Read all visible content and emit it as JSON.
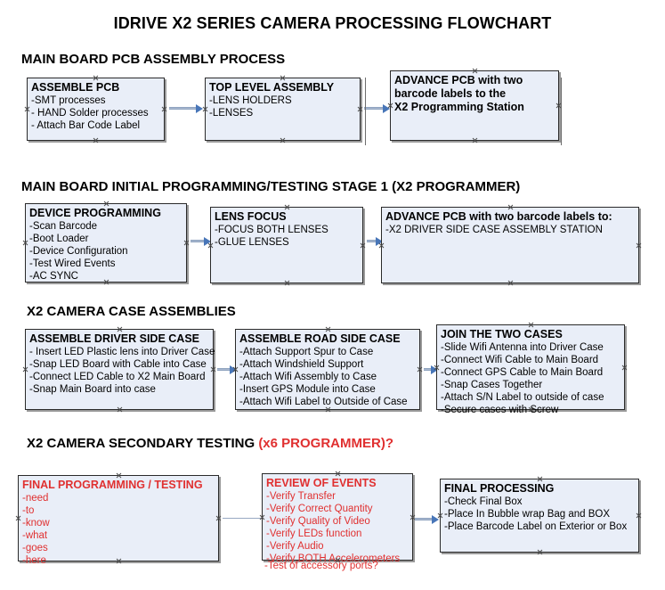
{
  "document": {
    "title": "IDRIVE X2  SERIES CAMERA PROCESSING FLOWCHART"
  },
  "sections": [
    {
      "id": "main-board-pcb-assembly-process",
      "title": "MAIN BOARD PCB ASSEMBLY PROCESS",
      "nodes": [
        {
          "id": "assemble-pcb",
          "title": "ASSEMBLE PCB",
          "lines": [
            "-SMT processes",
            "- HAND Solder processes",
            "- Attach Bar Code Label"
          ]
        },
        {
          "id": "top-level-assembly",
          "title": "TOP LEVEL ASSEMBLY",
          "lines": [
            "-LENS HOLDERS",
            "-LENSES"
          ]
        },
        {
          "id": "advance-pcb-programming-station",
          "title": "ADVANCE PCB with two",
          "lines": [
            "barcode labels to the",
            " X2 Programming Station"
          ]
        }
      ]
    },
    {
      "id": "main-board-initial-programming-testing-stage-1",
      "title": "MAIN BOARD INITIAL PROGRAMMING/TESTING STAGE 1 (X2 PROGRAMMER)",
      "nodes": [
        {
          "id": "device-programming",
          "title": "DEVICE PROGRAMMING",
          "lines": [
            "-Scan Barcode",
            "-Boot Loader",
            "-Device Configuration",
            "-Test Wired Events",
            "-AC SYNC"
          ]
        },
        {
          "id": "lens-focus",
          "title": "LENS FOCUS",
          "lines": [
            "-FOCUS BOTH LENSES",
            "-GLUE LENSES"
          ]
        },
        {
          "id": "advance-pcb-driver-side-case",
          "title": "ADVANCE PCB with two barcode labels to:",
          "lines": [
            "-X2 DRIVER  SIDE  CASE  ASSEMBLY STATION"
          ]
        }
      ]
    },
    {
      "id": "x2-camera-case-assemblies",
      "title": "X2 CAMERA CASE ASSEMBLIES",
      "nodes": [
        {
          "id": "assemble-driver-side-case",
          "title": "ASSEMBLE DRIVER SIDE CASE",
          "lines": [
            "- Insert LED Plastic lens into Driver Case",
            "-Snap LED Board with Cable into Case",
            "-Connect LED Cable to X2 Main Board",
            "-Snap Main Board into case"
          ]
        },
        {
          "id": "assemble-road-side-case",
          "title": "ASSEMBLE ROAD SIDE CASE",
          "lines": [
            "-Attach Support Spur to Case",
            "-Attach Windshield Support",
            "-Attach Wifi Assembly to Case",
            "-Insert GPS Module into Case",
            "-Attach Wifi Label to Outside of Case"
          ]
        },
        {
          "id": "join-the-two-cases",
          "title": "JOIN THE TWO CASES",
          "lines": [
            "-Slide Wifi Antenna into Driver Case",
            "-Connect Wifi Cable to Main Board",
            "-Connect GPS Cable to Main Board",
            "-Snap Cases Together",
            "-Attach S/N Label to outside of case",
            "-Secure cases with Screw"
          ]
        }
      ]
    },
    {
      "id": "x2-camera-secondary-testing",
      "title": "X2 CAMERA SECONDARY TESTING ",
      "title_accent": "(x6 PROGRAMMER)?",
      "nodes": [
        {
          "id": "final-programming-testing",
          "title": "FINAL PROGRAMMING / TESTING",
          "lines": [
            "-need",
            "-to",
            "-know",
            "-what",
            "-goes",
            "-here"
          ]
        },
        {
          "id": "review-of-events",
          "title": "REVIEW OF EVENTS",
          "lines": [
            "-Verify Transfer",
            "-Verify Correct Quantity",
            "-Verify Quality of Video",
            "-Verify LEDs function",
            "-Verify Audio",
            "-Verify BOTH Accelerometers"
          ],
          "overflow_line": "-Test of accessory ports?"
        },
        {
          "id": "final-processing",
          "title": "FINAL PROCESSING",
          "lines": [
            " -Check Final Box",
            "-Place In Bubble wrap Bag and BOX",
            "-Place Barcode Label on Exterior or Box"
          ]
        }
      ]
    }
  ],
  "colors": {
    "node_fill": "#e9eef8",
    "node_border": "#2a2a2a",
    "connector": "#aab9d0",
    "arrowhead": "#4876b8",
    "accent_red": "#e03030",
    "text": "#000000"
  }
}
